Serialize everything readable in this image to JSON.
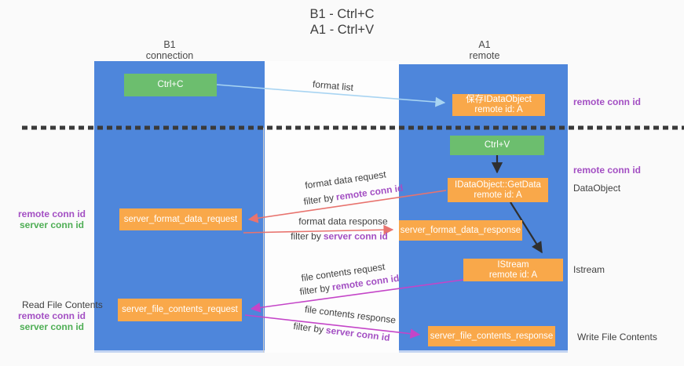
{
  "title": {
    "line1": "B1 - Ctrl+C",
    "line2": "A1 - Ctrl+V"
  },
  "lanes": {
    "left": {
      "name": "B1",
      "role": "connection"
    },
    "right": {
      "name": "A1",
      "role": "remote"
    }
  },
  "nodes": {
    "ctrl_c": {
      "label": "Ctrl+C"
    },
    "save_dataobject": {
      "line1": "保存IDataObject",
      "line2": "remote id: A"
    },
    "ctrl_v": {
      "label": "Ctrl+V"
    },
    "getdata": {
      "line1": "IDataObject::GetData",
      "line2": "remote id: A"
    },
    "istream": {
      "line1": "IStream",
      "line2": "remote id: A"
    },
    "server_format_data_request": {
      "label": "server_format_data_request"
    },
    "server_format_data_response": {
      "label": "server_format_data_response"
    },
    "server_file_contents_request": {
      "label": "server_file_contents_request"
    },
    "server_file_contents_response": {
      "label": "server_file_contents_response"
    }
  },
  "side_labels": {
    "right_top_conn": "remote conn id",
    "right_mid_conn": "remote conn id",
    "dataobject": "DataObject",
    "istream": "Istream",
    "write_file": "Write File Contents",
    "left_pair1_remote": "remote conn id",
    "left_pair1_server": "server conn id",
    "read_file": "Read File Contents",
    "left_pair2_remote": "remote conn id",
    "left_pair2_server": "server conn id"
  },
  "edge_labels": {
    "format_list": "format list",
    "format_data_request": "format data request",
    "format_data_response": "format data response",
    "file_contents_request": "file contents request",
    "file_contents_response": "file contents response",
    "filter_by": "filter by",
    "remote_conn_id": "remote conn id",
    "server_conn_id": "server conn id"
  },
  "colors": {
    "lane_blue": "#4e86db",
    "box_green": "#6cbe6e",
    "box_orange": "#f9a84a",
    "purple_text": "#a34fc3",
    "green_text": "#4fae55",
    "red_arrow": "#e8736e",
    "magenta_arrow": "#c445c8",
    "lightblue_arrow": "#a8d4f2",
    "black_arrow": "#2f2f2f",
    "dashed_line": "#3a3a3a"
  }
}
